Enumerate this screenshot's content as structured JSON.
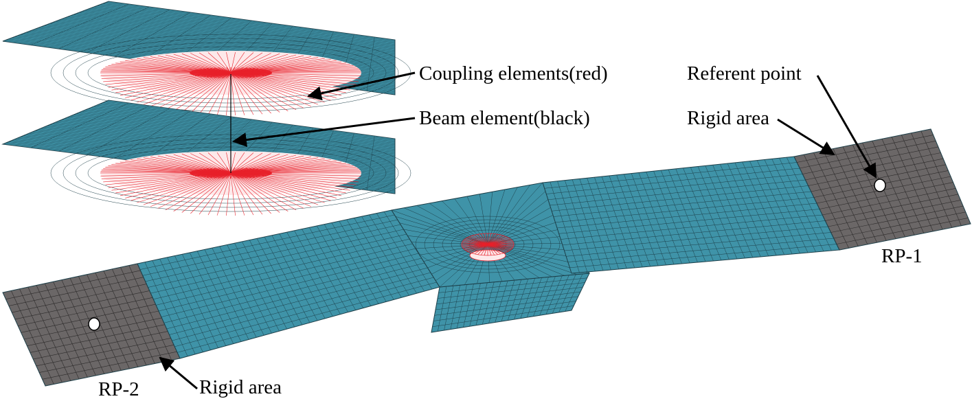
{
  "labels": {
    "coupling": "Coupling elements(red)",
    "beam": "Beam element(black)",
    "referent": "Referent point",
    "rigid_right": "Rigid area",
    "rigid_left": "Rigid area",
    "rp1": "RP-1",
    "rp2": "RP-2"
  },
  "colors": {
    "plate": "#3f93a8",
    "rigid": "#6b6767",
    "mesh": "#1c3e48",
    "rigid_mesh": "#2c2a2a",
    "coupling": "#e8202a",
    "beam": "#000000",
    "hole": "#fde9ea"
  }
}
